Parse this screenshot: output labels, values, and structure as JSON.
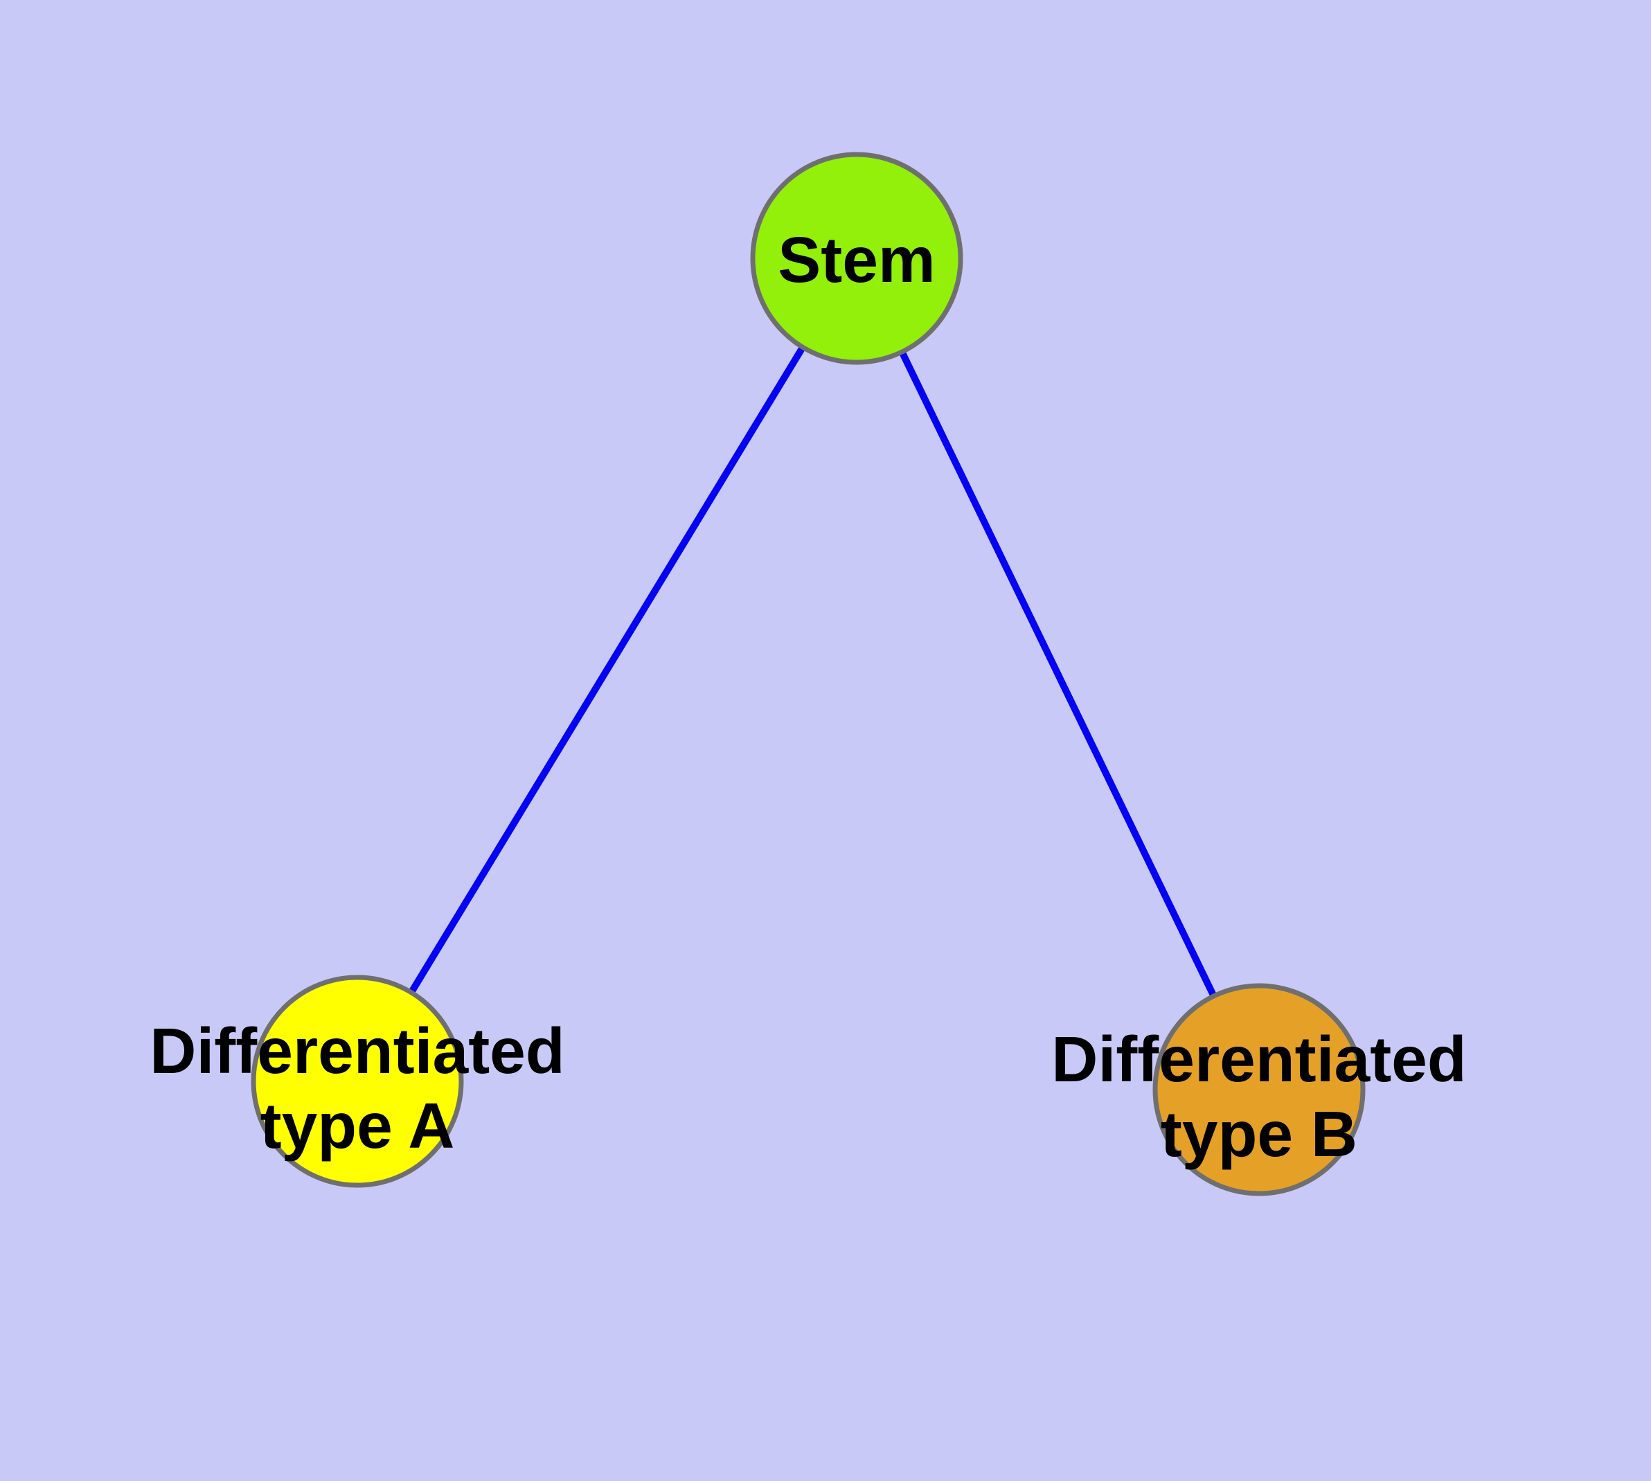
{
  "diagram": {
    "type": "graph",
    "background_color": "#C9C9F8",
    "edge_color": "#0404F2",
    "node_border_color": "#6F6F6F",
    "text_color": "#000000",
    "nodes": [
      {
        "id": "stem",
        "label": "Stem",
        "label_lines": [
          "Stem"
        ],
        "color": "#92F00A"
      },
      {
        "id": "differentiated-type-a",
        "label": "Differentiated type A",
        "label_lines": [
          "Differentiated",
          "type A"
        ],
        "color": "#FFFF00"
      },
      {
        "id": "differentiated-type-b",
        "label": "Differentiated type B",
        "label_lines": [
          "Differentiated",
          "type B"
        ],
        "color": "#E5A027"
      }
    ],
    "edges": [
      {
        "from": "Stem",
        "to": "Differentiated type A"
      },
      {
        "from": "Stem",
        "to": "Differentiated type B"
      }
    ]
  }
}
